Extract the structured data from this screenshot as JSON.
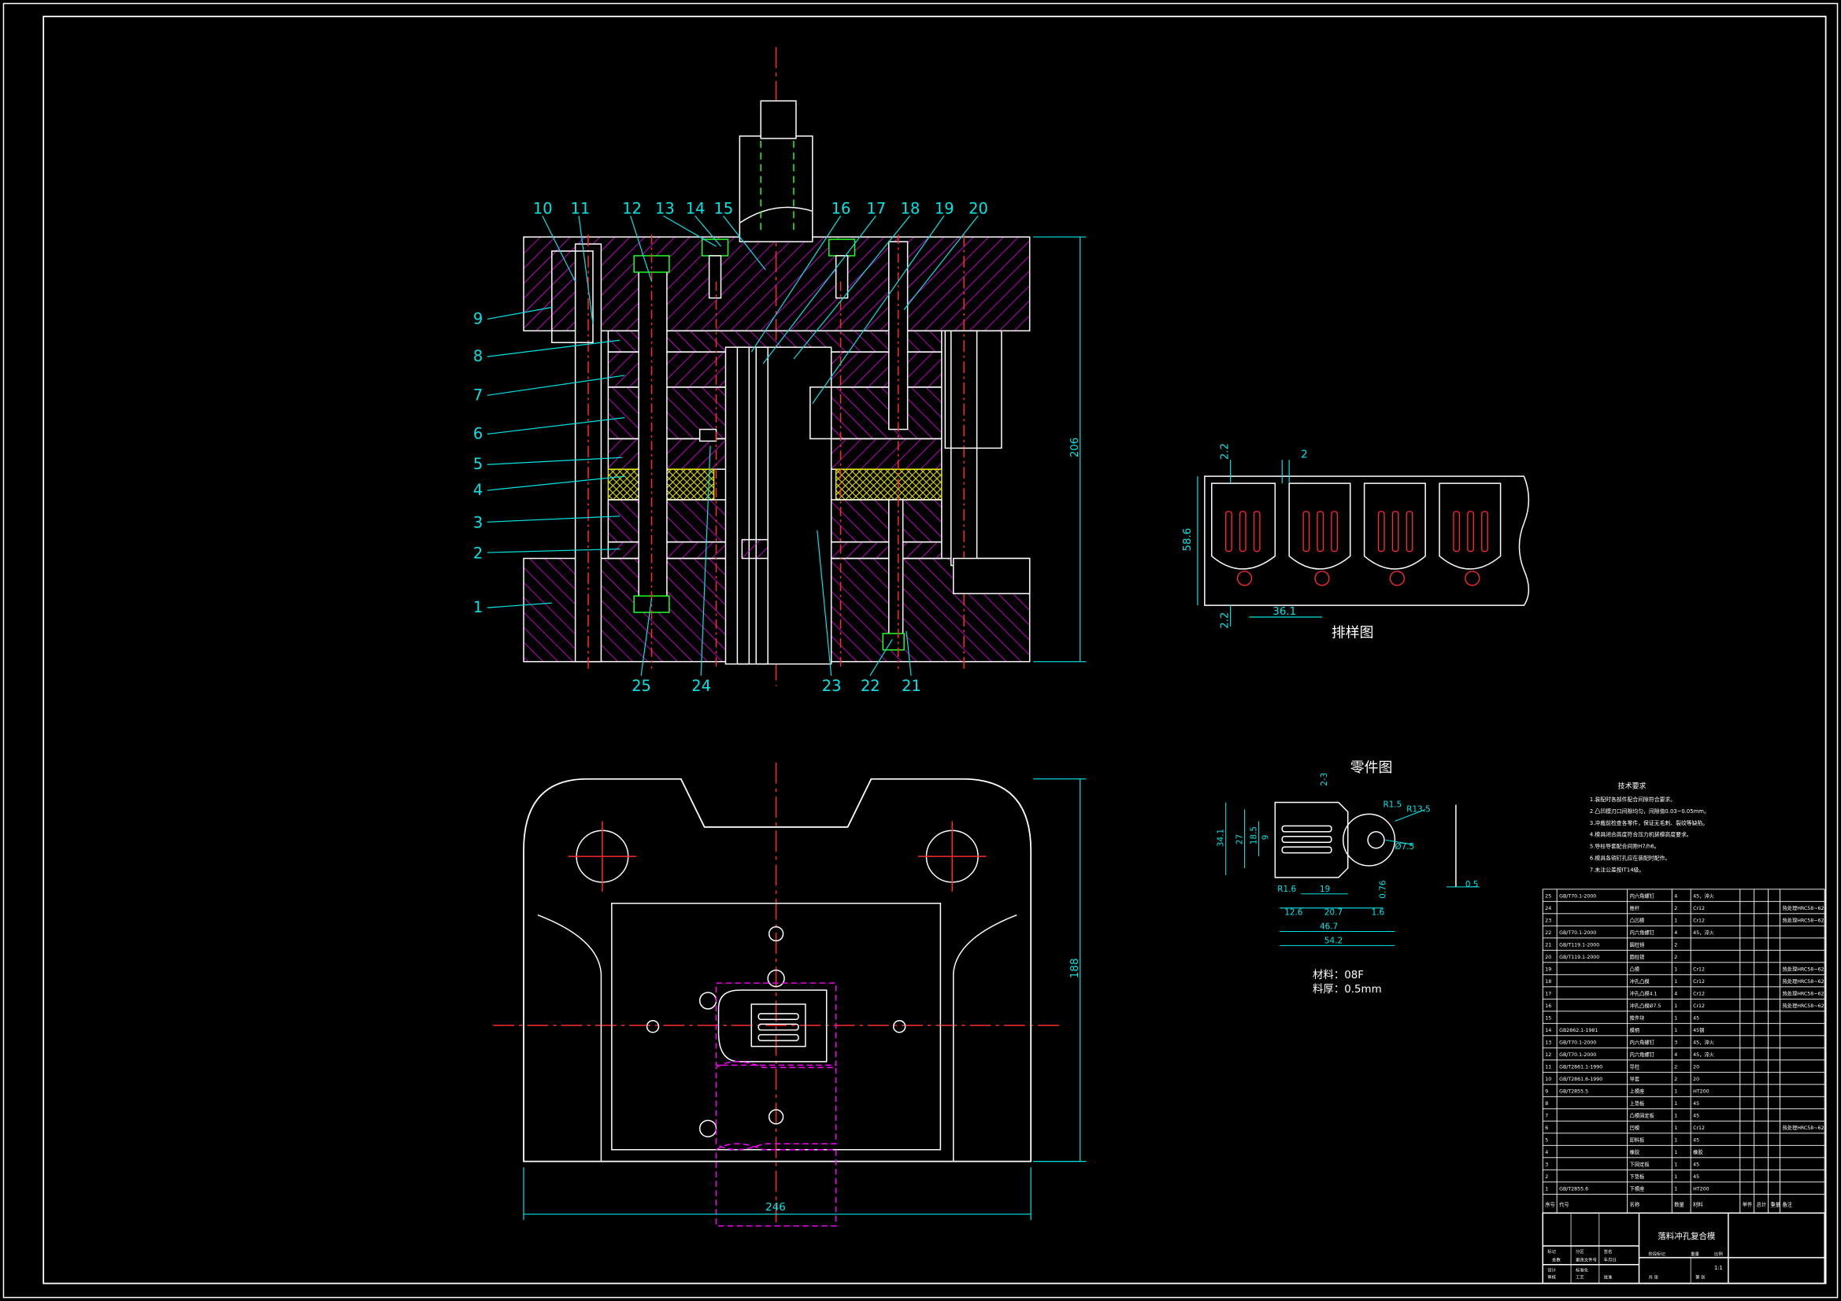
{
  "part_labels": [
    "1",
    "2",
    "3",
    "4",
    "5",
    "6",
    "7",
    "8",
    "9",
    "10",
    "11",
    "12",
    "13",
    "14",
    "15",
    "16",
    "17",
    "18",
    "19",
    "20",
    "21",
    "22",
    "23",
    "24",
    "25"
  ],
  "section_dims": {
    "height": "206"
  },
  "plan_dims": {
    "width": "246",
    "height": "188"
  },
  "strip_layout": {
    "title": "排样图",
    "dims": {
      "height": "58.6",
      "pitch": "36.1",
      "edge_top": "2.2",
      "edge_bottom": "2.2",
      "gap": "2"
    }
  },
  "part_drawing": {
    "title": "零件图",
    "dims": [
      "46.7",
      "54.2",
      "12.6",
      "20.7",
      "1.6",
      "19",
      "R1.6",
      "R1.5",
      "R13.5",
      "Ø7.5",
      "34.1",
      "27",
      "18.5",
      "9",
      "2-3",
      "0.5",
      "0.76"
    ],
    "material": "材料：08F",
    "thickness": "料厚：0.5mm"
  },
  "tech_req": {
    "title": "技术要求",
    "lines": [
      "1.装配时各部件配合间隙符合要求。",
      "2.凸凹模刃口间隙均匀，间隙值0.03~0.05mm。",
      "3.冲裁前检查各零件，保证无毛刺、裂纹等缺陷。",
      "4.模具闭合高度符合压力机装模高度要求。",
      "5.导柱导套配合间隙H7/h6。",
      "6.模具各销钉孔应在装配时配作。",
      "7.未注公差按IT14级。"
    ]
  },
  "bom": {
    "headers": [
      "序号",
      "代号",
      "名称",
      "数量",
      "材料",
      "单件",
      "总计",
      "重量",
      "备注"
    ],
    "rows": [
      [
        "25",
        "GB/T70.1-2000",
        "内六角螺钉",
        "4",
        "45，淬火",
        ""
      ],
      [
        "24",
        "",
        "推杆",
        "2",
        "Cr12",
        "热处理HRC58~62"
      ],
      [
        "23",
        "",
        "凸凹模",
        "1",
        "Cr12",
        "热处理HRC58~62"
      ],
      [
        "22",
        "GB/T70.1-2000",
        "内六角螺钉",
        "4",
        "45，淬火",
        ""
      ],
      [
        "21",
        "GB/T119.1-2000",
        "圆柱销",
        "2",
        "",
        ""
      ],
      [
        "20",
        "GB/T119.1-2000",
        "圆柱销",
        "2",
        "",
        ""
      ],
      [
        "19",
        "",
        "凸模",
        "1",
        "Cr12",
        "热处理HRC58~62"
      ],
      [
        "18",
        "",
        "冲孔凸模",
        "1",
        "Cr12",
        "热处理HRC58~62"
      ],
      [
        "17",
        "",
        "冲孔凸模4.1",
        "4",
        "Cr12",
        "热处理HRC58~62"
      ],
      [
        "16",
        "",
        "冲孔凸模Ø7.5",
        "1",
        "Cr12",
        "热处理HRC58~62"
      ],
      [
        "15",
        "",
        "推件块",
        "1",
        "45",
        ""
      ],
      [
        "14",
        "GB2862.1-1981",
        "模柄",
        "1",
        "45钢",
        ""
      ],
      [
        "13",
        "GB/T70.1-2000",
        "内六角螺钉",
        "3",
        "45，淬火",
        ""
      ],
      [
        "12",
        "GB/T70.1-2000",
        "内六角螺钉",
        "4",
        "45，淬火",
        ""
      ],
      [
        "11",
        "GB/T2861.1-1990",
        "导柱",
        "2",
        "20",
        ""
      ],
      [
        "10",
        "GB/T2861.6-1990",
        "导套",
        "2",
        "20",
        ""
      ],
      [
        "9",
        "GB/T2855.5",
        "上模座",
        "1",
        "HT200",
        ""
      ],
      [
        "8",
        "",
        "上垫板",
        "1",
        "45",
        ""
      ],
      [
        "7",
        "",
        "凸模固定板",
        "1",
        "45",
        ""
      ],
      [
        "6",
        "",
        "凹模",
        "1",
        "Cr12",
        "热处理HRC58~62"
      ],
      [
        "5",
        "",
        "卸料板",
        "1",
        "45",
        ""
      ],
      [
        "4",
        "",
        "橡胶",
        "1",
        "橡胶",
        ""
      ],
      [
        "3",
        "",
        "下固定板",
        "1",
        "45",
        ""
      ],
      [
        "2",
        "",
        "下垫板",
        "1",
        "45",
        ""
      ],
      [
        "1",
        "GB/T2855.6",
        "下模座",
        "1",
        "HT200",
        ""
      ]
    ]
  },
  "title_block": {
    "drawing_name": "落料冲孔复合模",
    "labels": [
      "标记",
      "处数",
      "分区",
      "更改文件号",
      "签名",
      "年月日",
      "设计",
      "标准化",
      "审核",
      "工艺",
      "批准",
      "阶段标记",
      "重量",
      "比例",
      "共 张",
      "第 张"
    ],
    "scale": "1:1"
  },
  "colors": {
    "background": "#000000",
    "outline": "#ffffff",
    "dimension": "#00e5e5",
    "centerline": "#ff2a2a",
    "hatch": "#ff00ff",
    "hidden": "#22ff22",
    "rubber": "#e6e600"
  }
}
